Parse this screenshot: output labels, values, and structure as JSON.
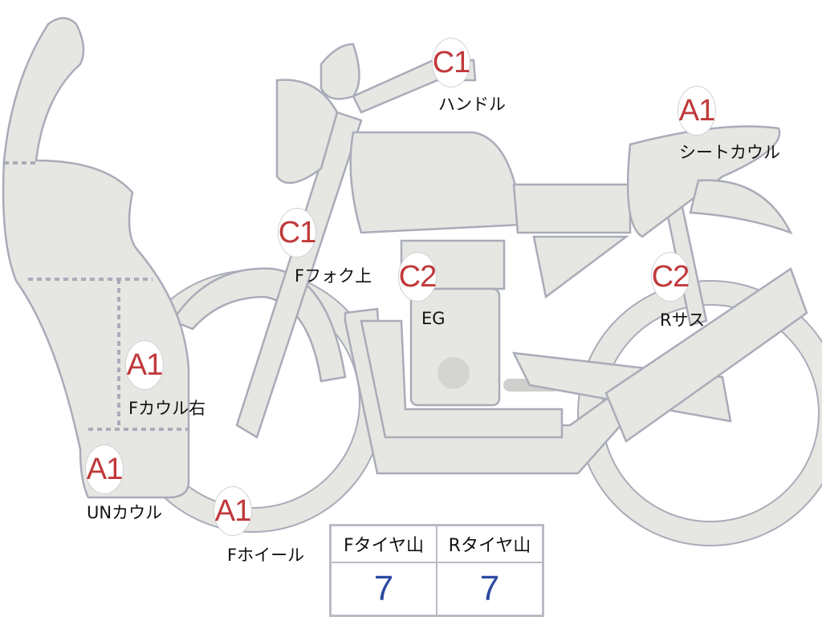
{
  "colors": {
    "grade": "#c0393b",
    "value": "#2a4aa0",
    "body": "#e6e6e2",
    "outline": "#a9acb8"
  },
  "markers": [
    {
      "grade": "C1",
      "label": "ハンドル"
    },
    {
      "grade": "A1",
      "label": "シートカウル"
    },
    {
      "grade": "C1",
      "label": "Fフォク上"
    },
    {
      "grade": "C2",
      "label": "EG"
    },
    {
      "grade": "C2",
      "label": "Rサス"
    },
    {
      "grade": "A1",
      "label": "Fカウル右"
    },
    {
      "grade": "A1",
      "label": "UNカウル"
    },
    {
      "grade": "A1",
      "label": "Fホイール"
    }
  ],
  "tire_table": {
    "headers": [
      "Fタイヤ山",
      "Rタイヤ山"
    ],
    "values": [
      "7",
      "7"
    ]
  }
}
